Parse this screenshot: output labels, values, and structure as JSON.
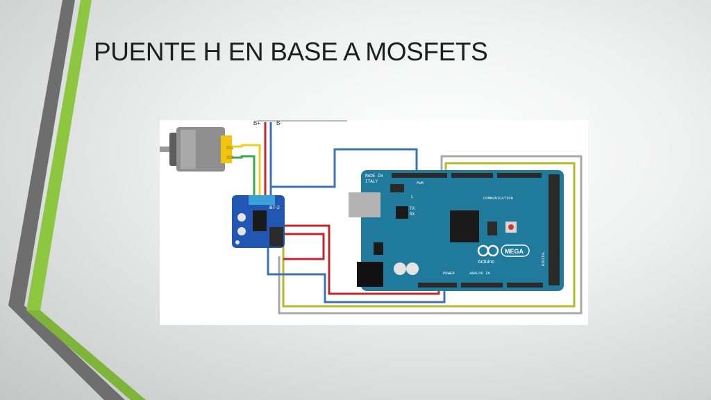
{
  "slide": {
    "title": "PUENTE H EN BASE A MOSFETS"
  },
  "diagram": {
    "supply": {
      "positive_label": "B+",
      "negative_label": "B-"
    },
    "driver_board": {
      "label": "BT-2"
    },
    "arduino": {
      "made_in_label": "MADE IN",
      "country_label": "ITALY",
      "pwm_label": "PWM",
      "led_l_label": "L",
      "tx_label": "TX",
      "rx_label": "RX",
      "communication_label": "COMMUNICATION",
      "power_label": "POWER",
      "analog_in_label": "ANALOG IN",
      "brand_label": "Arduino",
      "model_label": "MEGA",
      "digital_label": "DIGITAL"
    },
    "wire_colors": {
      "red": "#c0272d",
      "blue": "#3d72b8",
      "yellow": "#e9d11e",
      "green": "#3aa84a",
      "olive": "#b7b72c",
      "gray": "#a9a9a9"
    },
    "accent_colors": {
      "green_stripe": "#8dc63f",
      "gray_stripe": "#6e6e6e",
      "arduino_board": "#1f7a9c",
      "driver_board": "#2256b3"
    }
  }
}
